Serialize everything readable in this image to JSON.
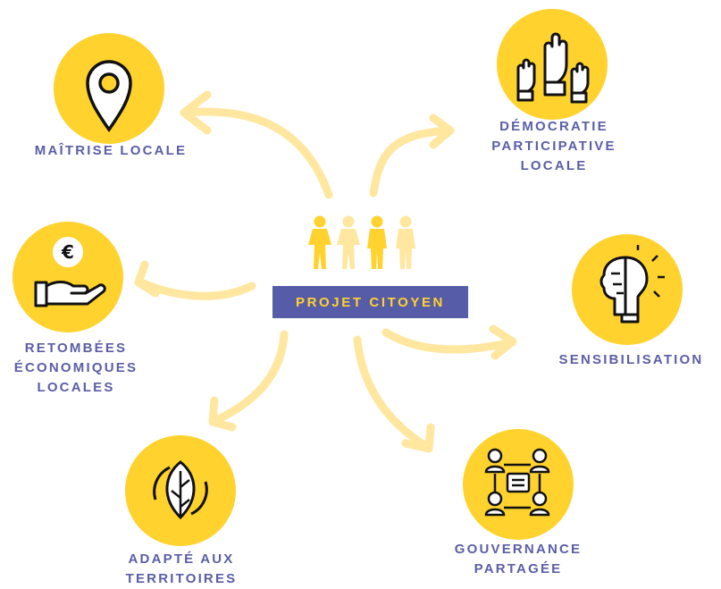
{
  "center": {
    "title": "PROJET CITOYEN"
  },
  "nodes": [
    {
      "id": "maitrise",
      "label": "MAÎTRISE LOCALE",
      "icon": "location-pin-icon"
    },
    {
      "id": "democratie",
      "label": "DÉMOCRATIE\nPARTICIPATIVE\nLOCALE",
      "icon": "raised-hands-icon"
    },
    {
      "id": "retombees",
      "label": "RETOMBÉES\nÉCONOMIQUES\nLOCALES",
      "icon": "euro-hand-icon"
    },
    {
      "id": "sensibilisation",
      "label": "SENSIBILISATION",
      "icon": "brain-lightbulb-icon"
    },
    {
      "id": "adapte",
      "label": "ADAPTÉ AUX\nTERRITOIRES",
      "icon": "leaf-cycle-icon"
    },
    {
      "id": "gouvernance",
      "label": "GOUVERNANCE\nPARTAGÉE",
      "icon": "network-people-icon"
    }
  ],
  "colors": {
    "accent": "#ffd22e",
    "arrow": "#ffe7a0",
    "text": "#5b5ea6",
    "box": "#575ca8"
  }
}
